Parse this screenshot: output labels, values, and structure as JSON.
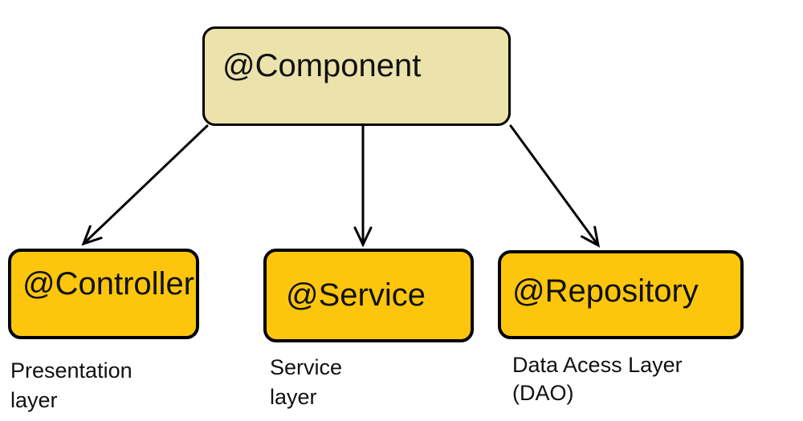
{
  "diagram": {
    "root": {
      "label": "@Component"
    },
    "children": [
      {
        "label": "@Controller",
        "caption_line1": "Presentation",
        "caption_line2": "layer"
      },
      {
        "label": "@Service",
        "caption_line1": "Service",
        "caption_line2": "layer"
      },
      {
        "label": "@Repository",
        "caption_line1": "Data Acess Layer",
        "caption_line2": "(DAO)"
      }
    ],
    "colors": {
      "root_fill": "#ECE2AC",
      "child_fill": "#FDC60D",
      "border": "#000000",
      "text": "#111111",
      "background": "#FFFFFF"
    }
  }
}
